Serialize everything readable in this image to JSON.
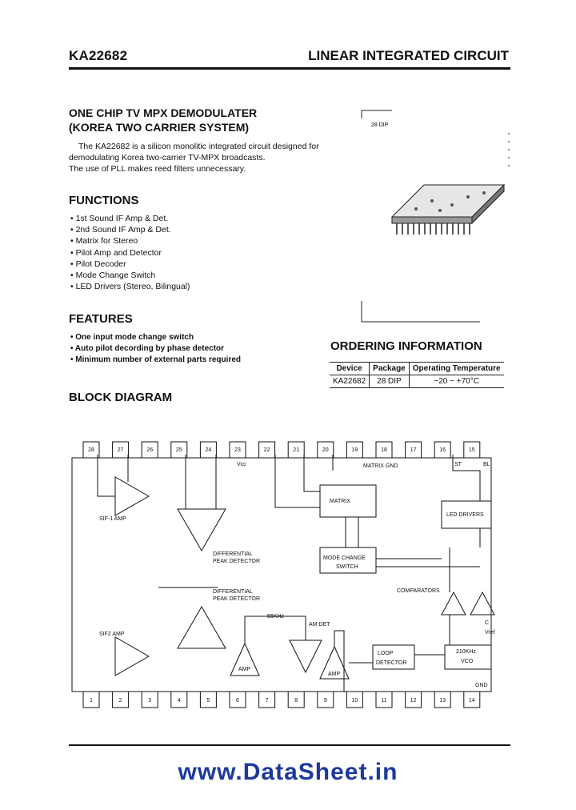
{
  "header": {
    "part_number": "KA22682",
    "doc_type": "LINEAR INTEGRATED CIRCUIT"
  },
  "title": {
    "line1": "ONE CHIP TV MPX DEMODULATER",
    "line2": "(KOREA TWO CARRIER SYSTEM)"
  },
  "description": [
    "The KA22682 is a silicon monolitic integrated circuit designed for",
    "demodulating Korea two-carrier TV-MPX broadcasts.",
    "The use of PLL makes reed filters unnecessary."
  ],
  "functions": {
    "heading": "FUNCTIONS",
    "items": [
      "1st Sound IF Amp & Det.",
      "2nd Sound IF Amp & Det.",
      "Matrix for Stereo",
      "Pilot Amp and Detector",
      "Pilot Decoder",
      "Mode Change Switch",
      "LED Drivers (Stereo, Bilingual)"
    ]
  },
  "features": {
    "heading": "FEATURES",
    "items": [
      "One input mode change switch",
      "Auto pilot decording by phase detector",
      "Minimum number of external parts required"
    ]
  },
  "package": {
    "label": "28 DIP"
  },
  "ordering": {
    "heading": "ORDERING INFORMATION",
    "columns": [
      "Device",
      "Package",
      "Operating Temperature"
    ],
    "rows": [
      [
        "KA22682",
        "28 DIP",
        "−20 ~ +70°C"
      ]
    ]
  },
  "block_diagram": {
    "heading": "BLOCK DIAGRAM",
    "top_pins": [
      "28",
      "27",
      "26",
      "25",
      "24",
      "23",
      "22",
      "21",
      "20",
      "19",
      "18",
      "17",
      "16",
      "15"
    ],
    "bottom_pins": [
      "1",
      "2",
      "3",
      "4",
      "5",
      "6",
      "7",
      "8",
      "9",
      "10",
      "11",
      "12",
      "13",
      "14"
    ],
    "labels": {
      "vcc": "Vcc",
      "matrix_gnd": "MATRIX GND",
      "st": "ST",
      "bl": "BL",
      "matrix": "MATRIX",
      "led_drivers": "LED DRIVERS",
      "sif1": "SIF-1 AMP",
      "diff_peak1a": "DIFFERENTIAL",
      "diff_peak1b": "PEAK DETECTOR",
      "mode_change1": "MODE CHANGE",
      "mode_change2": "SWITCH",
      "comparators": "COMPARATORS",
      "diff_peak2a": "DIFFERENTIAL",
      "diff_peak2b": "PEAK DETECTOR",
      "khz55": "55KHz",
      "am_det": "AM DET",
      "sif2": "SIF2 AMP",
      "amp1": "AMP",
      "amp2": "AMP",
      "loop1": "LOOP",
      "loop2": "DETECTOR",
      "vco1": "210KHz",
      "vco2": "VCO",
      "vref": "Vref",
      "gnd": "GND",
      "c": "C"
    }
  },
  "footer": {
    "watermark": "www.DataSheet.in"
  }
}
